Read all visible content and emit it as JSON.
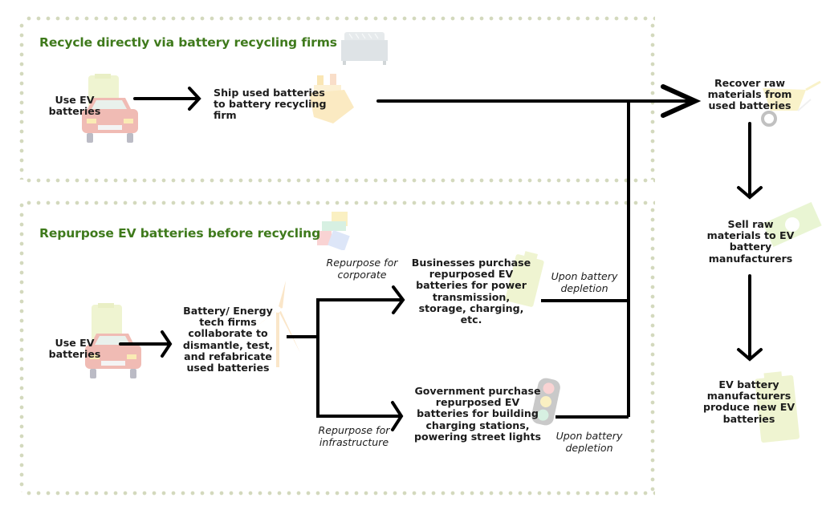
{
  "sections": {
    "recycle_direct": {
      "heading": "Recycle directly via battery recycling firms"
    },
    "repurpose": {
      "heading": "Repurpose EV batteries before recycling"
    }
  },
  "nodes": {
    "use_ev_top": "Use EV batteries",
    "ship_batteries": "Ship used batteries to battery recycling firm",
    "recover_raw": "Recover raw materials from used batteries",
    "sell_raw": "Sell raw materials to EV battery manufacturers",
    "produce_new": "EV battery manufacturers produce new EV batteries",
    "use_ev_bottom": "Use EV batteries",
    "tech_firms": "Battery/ Energy tech firms collaborate to dismantle, test, and refabricate used batteries",
    "businesses": "Businesses purchase repurposed EV batteries for power transmission, storage, charging, etc.",
    "government": "Government purchase repurposed EV batteries for building charging stations, powering street lights"
  },
  "edge_labels": {
    "corporate": "Repurpose for corporate",
    "infrastructure": "Repurpose for infrastructure",
    "depletion_top": "Upon battery depletion",
    "depletion_bottom": "Upon battery depletion"
  },
  "icons": {
    "car_top": "electric-car-icon",
    "shredder": "shredder-icon",
    "ship": "cargo-ship-icon",
    "wheelbarrow": "wheelbarrow-icon",
    "money": "money-bill-icon",
    "battery_right": "battery-icon",
    "car_bottom": "electric-car-icon",
    "blocks": "building-blocks-icon",
    "wind_turbine": "wind-turbine-icon",
    "battery_mid": "battery-icon",
    "traffic_light": "traffic-light-icon"
  },
  "colors": {
    "heading": "#3f7a1c",
    "dots": "#d3d9bd",
    "arrow": "#000000"
  }
}
